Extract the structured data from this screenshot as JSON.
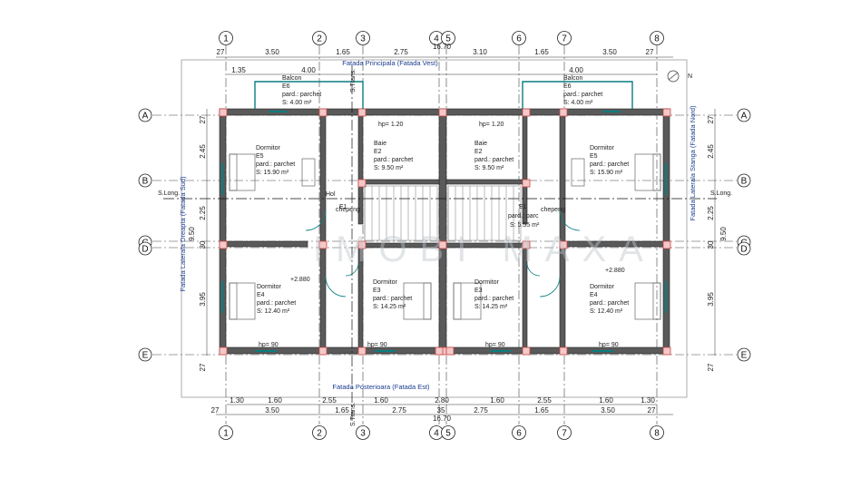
{
  "axes": {
    "cols": [
      "1",
      "2",
      "3",
      "4",
      "5",
      "6",
      "7",
      "8"
    ],
    "rows": [
      "A",
      "B",
      "C",
      "D",
      "E"
    ]
  },
  "dims": {
    "top_outer": [
      "27",
      "3.50",
      "1.65",
      "2.75",
      "3.10",
      "1.65",
      "3.50",
      "27"
    ],
    "top_total": "16.70",
    "top_sub": [
      "1.35",
      "4.00",
      "4.00"
    ],
    "bottom_sub": [
      "1.30",
      "1.60",
      "2.55",
      "1.60",
      "2.80",
      "1.60",
      "2.55",
      "1.60",
      "1.30"
    ],
    "bottom_outer": [
      "27",
      "3.50",
      "1.65",
      "2.75",
      "35",
      "2.75",
      "1.65",
      "3.50",
      "27"
    ],
    "bottom_total": "16.70",
    "left": [
      "27",
      "2.45",
      "2.25",
      "30",
      "3.95",
      "27"
    ],
    "left_total": "9.50",
    "right": [
      "27",
      "2.45",
      "2.25",
      "30",
      "3.95",
      "27"
    ],
    "right_total": "9.50"
  },
  "facades": {
    "north_top": "Fatada Principala (Fatada Vest)",
    "south_bottom": "Fatada Posterioara (Fatada Est)",
    "left": "Fatada Laterala Dreapta (Fatada Sud)",
    "right": "Fatada Laterala Stanga (Fatada Nord)"
  },
  "rooms": [
    {
      "name": "Balcon",
      "code": "E6",
      "floor": "pard.: parchet",
      "area": "S:   4.00 m²"
    },
    {
      "name": "Balcon",
      "code": "E6",
      "floor": "pard.: parchet",
      "area": "S:   4.00 m²"
    },
    {
      "name": "Baie",
      "code": "E2",
      "floor": "pard.: parchet",
      "area": "S:   9.50 m²"
    },
    {
      "name": "Baie",
      "code": "E2",
      "floor": "pard.: parchet",
      "area": "S:   9.50 m²"
    },
    {
      "name": "Dormitor",
      "code": "E5",
      "floor": "pard.: parchet",
      "area": "S:   15.90 m²"
    },
    {
      "name": "Dormitor",
      "code": "E5",
      "floor": "pard.: parchet",
      "area": "S:   15.90 m²"
    },
    {
      "name": "Dormitor",
      "code": "E4",
      "floor": "pard.: parchet",
      "area": "S:   12.40 m²"
    },
    {
      "name": "Dormitor",
      "code": "E4",
      "floor": "pard.: parchet",
      "area": "S:   12.40 m²"
    },
    {
      "name": "Dormitor",
      "code": "E3",
      "floor": "pard.: parchet",
      "area": "S:   14.25 m²"
    },
    {
      "name": "Dormitor",
      "code": "E3",
      "floor": "pard.: parchet",
      "area": "S:   14.25 m²"
    }
  ],
  "labels": {
    "hol": "Hol",
    "e1": "E1",
    "e1_area": "S:   5.55 m²",
    "pard_parc": "pard.: parc",
    "chepeng": "chepeng",
    "hp_120": "hp= 1.20",
    "hp_90": "hp= 90",
    "level": "+2.880",
    "slong": "S.Long.",
    "strans": "S.Trans.",
    "north": "N",
    "watermark": "IMOBI MAXA"
  }
}
